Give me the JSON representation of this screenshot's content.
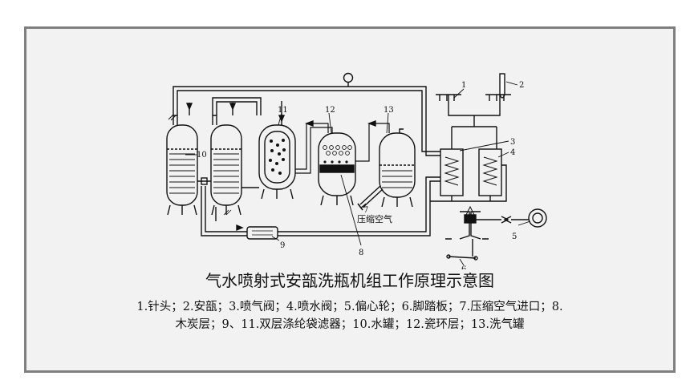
{
  "figure": {
    "caption": "气水喷射式安瓿洗瓶机组工作原理示意图",
    "legend_line1": "1.针头；2.安瓿；3.喷气阀；4.喷水阀；5.偏心轮；6.脚踏板；7.压缩空气进口；8.",
    "legend_line2": "木炭层；9、11.双层涤纶袋滤器；10.水罐；12.瓷环层；13.洗气罐"
  },
  "labels": {
    "n1": "1",
    "n2": "2",
    "n3": "3",
    "n4": "4",
    "n5": "5",
    "n6": "6",
    "n7": "7",
    "n8": "8",
    "n9": "9",
    "n10": "10",
    "n11": "11",
    "n12": "12",
    "n13": "13",
    "compressed_air": "压缩空气"
  }
}
